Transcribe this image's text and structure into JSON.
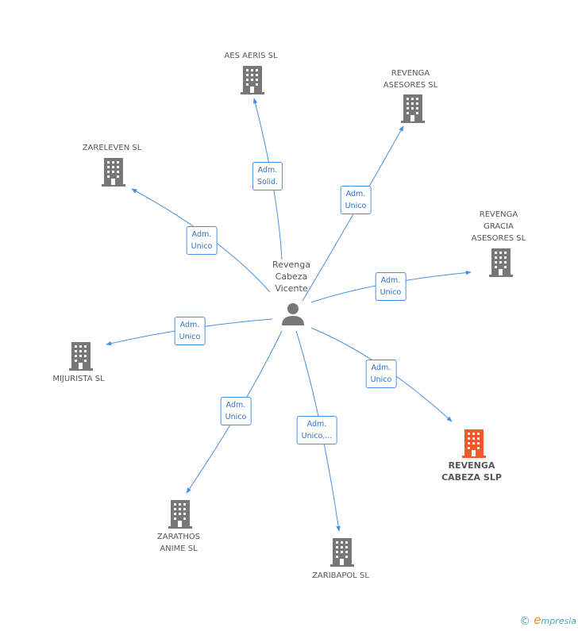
{
  "center": {
    "label": "Revenga\nCabeza\nVicente"
  },
  "nodes": [
    {
      "id": "aes-aeris",
      "label": "AES AERIS SL",
      "focus": false
    },
    {
      "id": "revenga-asesores",
      "label": "REVENGA\nASESORES SL",
      "focus": false
    },
    {
      "id": "zareleven",
      "label": "ZARELEVEN  SL",
      "focus": false
    },
    {
      "id": "revenga-gracia",
      "label": "REVENGA\nGRACIA\nASESORES SL",
      "focus": false
    },
    {
      "id": "mijurista",
      "label": "MIJURISTA SL",
      "focus": false
    },
    {
      "id": "revenga-cabeza",
      "label": "REVENGA\nCABEZA SLP",
      "focus": true
    },
    {
      "id": "zarathos",
      "label": "ZARATHOS\nANIME SL",
      "focus": false
    },
    {
      "id": "zaribapol",
      "label": "ZARIBAPOL  SL",
      "focus": false
    }
  ],
  "edges": [
    {
      "to": "aes-aeris",
      "label": "Adm.\nSolid."
    },
    {
      "to": "revenga-asesores",
      "label": "Adm.\nUnico"
    },
    {
      "to": "zareleven",
      "label": "Adm.\nUnico"
    },
    {
      "to": "revenga-gracia",
      "label": "Adm.\nUnico"
    },
    {
      "to": "mijurista",
      "label": "Adm.\nUnico"
    },
    {
      "to": "revenga-cabeza",
      "label": "Adm.\nUnico"
    },
    {
      "to": "zarathos",
      "label": "Adm.\nUnico"
    },
    {
      "to": "zaribapol",
      "label": "Adm.\nUnico,..."
    }
  ],
  "colors": {
    "edge": "#4a8fdf",
    "building": "#777777",
    "focus_building": "#f05a2b",
    "person": "#777777"
  },
  "icons": {
    "company": "building-icon",
    "person": "person-icon"
  },
  "footer": {
    "copyright": "©",
    "brand_initial": "e",
    "brand_rest": "mpresia"
  }
}
